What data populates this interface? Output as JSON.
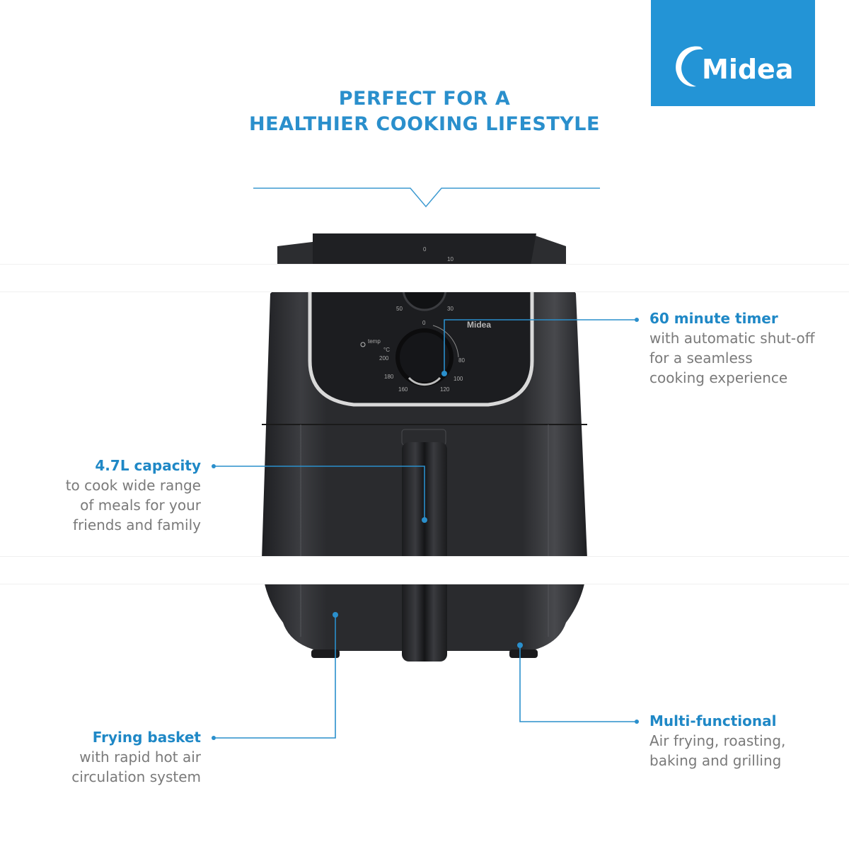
{
  "brand": {
    "name": "Midea",
    "color": "#2394d6",
    "panel_logo": "Midea"
  },
  "headline": {
    "line1": "PERFECT FOR A",
    "line2": "HEALTHIER COOKING LIFESTYLE",
    "color": "#2a8fcc"
  },
  "product": {
    "type": "air-fryer",
    "color": "#2b2c2f",
    "timer_dial": {
      "labels": [
        "0",
        "10",
        "50",
        "30"
      ]
    },
    "temp_dial": {
      "label": "temp",
      "unit": "°C",
      "labels": [
        "0",
        "80",
        "100",
        "120",
        "160",
        "180",
        "200"
      ]
    }
  },
  "features": [
    {
      "title": "60 minute timer",
      "desc": [
        "with automatic shut-off",
        "for a seamless",
        "cooking experience"
      ]
    },
    {
      "title": "4.7L capacity",
      "desc": [
        "to cook wide range",
        "of meals for your",
        "friends and family"
      ]
    },
    {
      "title": "Frying basket",
      "desc": [
        "with rapid hot air",
        "circulation system"
      ]
    },
    {
      "title": "Multi-functional",
      "desc": [
        "Air frying, roasting,",
        "baking and grilling"
      ]
    }
  ],
  "callout_color": "#2a8fcc"
}
